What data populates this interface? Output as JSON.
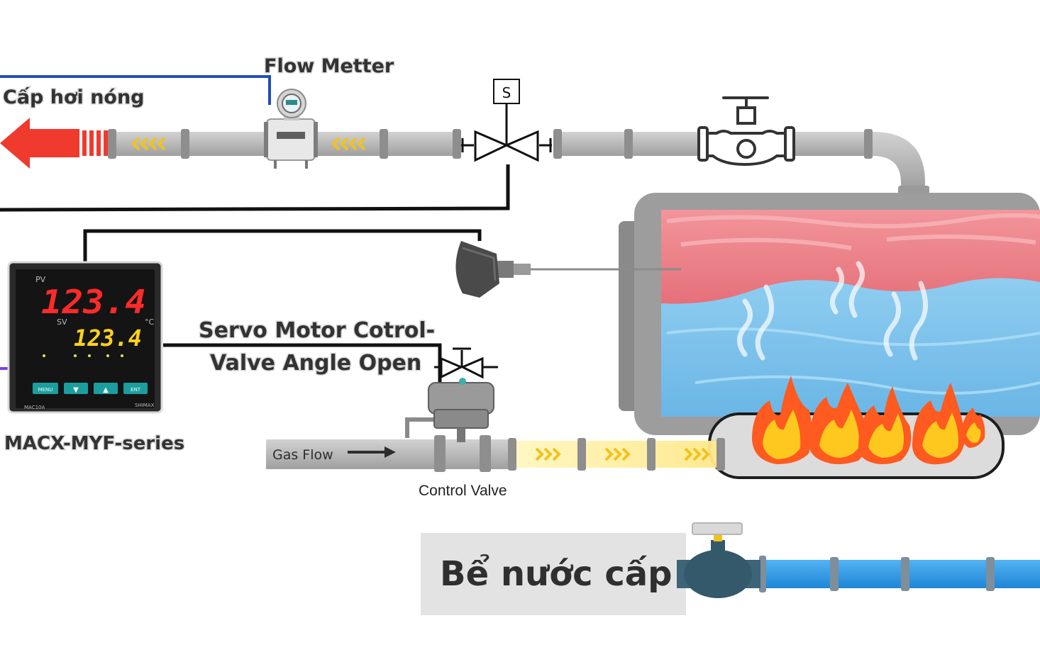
{
  "labels": {
    "steam_supply": "Cấp hơi nóng",
    "flow_meter": "Flow Metter",
    "solenoid_tag": "S",
    "servo_line1": "Servo Motor Cotrol-",
    "servo_line2": "Valve Angle Open",
    "controller_series": "MACX-MYF-series",
    "gas_flow": "Gas Flow",
    "control_valve": "Control Valve",
    "water_tank": "Bể nước cấp"
  },
  "controller": {
    "pv_label": "PV",
    "sv_label": "SV",
    "pv_value": "123.4",
    "sv_value": "123.4",
    "unit": "°C",
    "model": "MAC10A",
    "brand": "SHIMAX",
    "buttons": [
      "MENU",
      "▼",
      "▲",
      "ENT"
    ]
  },
  "colors": {
    "pipe": "#b9b9b9",
    "steam_arrow": "#f03a2e",
    "signal_blue": "#1f4fb8",
    "signal_black": "#111111",
    "hot_water": "#e9737b",
    "cold_water": "#7cc0ea",
    "water_pipe": "#2f98e6",
    "flame_orange": "#ff5a1f",
    "flame_yellow": "#ffc81e",
    "display_red": "#ff2a2a",
    "display_yellow": "#ffd21a"
  },
  "icons": {
    "flow_meter": "flow-meter-icon",
    "solenoid_valve": "solenoid-valve-icon",
    "gate_valve": "gate-valve-icon",
    "temperature_sensor": "thermocouple-icon",
    "control_valve": "control-valve-icon",
    "water_valve": "water-valve-icon",
    "flame": "flame-icon"
  }
}
